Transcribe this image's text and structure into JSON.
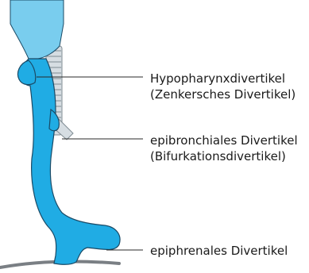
{
  "labels": {
    "hypopharynx": {
      "line1": "Hypopharynxdivertikel",
      "line2": "(Zenkersches Divertikel)"
    },
    "epibronchial": {
      "line1": "epibronchiales Divertikel",
      "line2": "(Bifurkationsdivertikel)"
    },
    "epiphrenal": {
      "line1": "epiphrenales Divertikel"
    }
  },
  "colors": {
    "esophagus_fill": "#20ace4",
    "esophagus_outline": "#1a4a66",
    "pharynx_fill": "#79cdee",
    "trachea_fill": "#d6dde2",
    "trachea_outline": "#7f8b92",
    "diaphragm": "#7a7f84",
    "leader_line": "#2a2a2a"
  }
}
